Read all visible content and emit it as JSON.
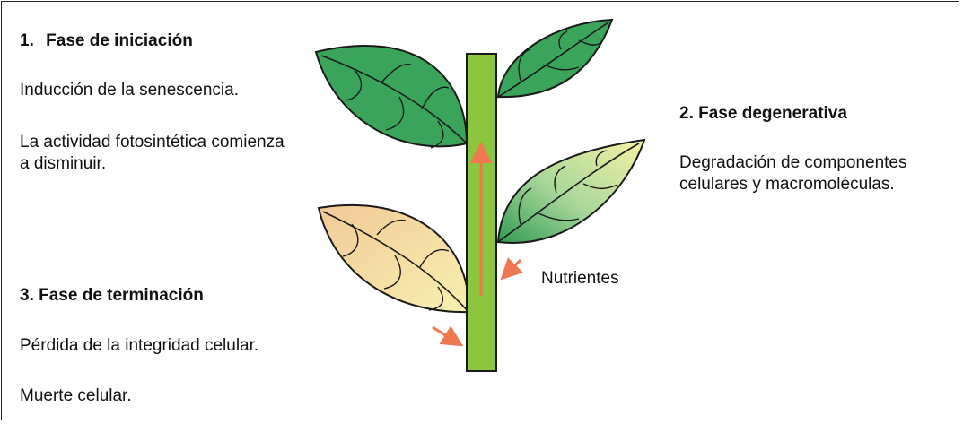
{
  "phase1": {
    "number": "1.",
    "title": "Fase de iniciación",
    "line1": "Inducción de la senescencia.",
    "line2": "La actividad fotosintética comienza",
    "line3": "a disminuir."
  },
  "phase2": {
    "title": "2. Fase degenerativa",
    "line1": "Degradación de componentes",
    "line2": "celulares y macromoléculas."
  },
  "phase3": {
    "title": "3. Fase de terminación",
    "line1": "Pérdida de la integridad celular.",
    "line2": "Muerte celular."
  },
  "diagram": {
    "nutrients_label": "Nutrientes",
    "colors": {
      "stem": "#8cc63f",
      "leaf_green": "#3aa55a",
      "leaf_yellowing": "#cfe7b0",
      "leaf_senescent": "#f4d6a3",
      "arrow": "#f07850",
      "outline": "#1a1a1a"
    }
  }
}
